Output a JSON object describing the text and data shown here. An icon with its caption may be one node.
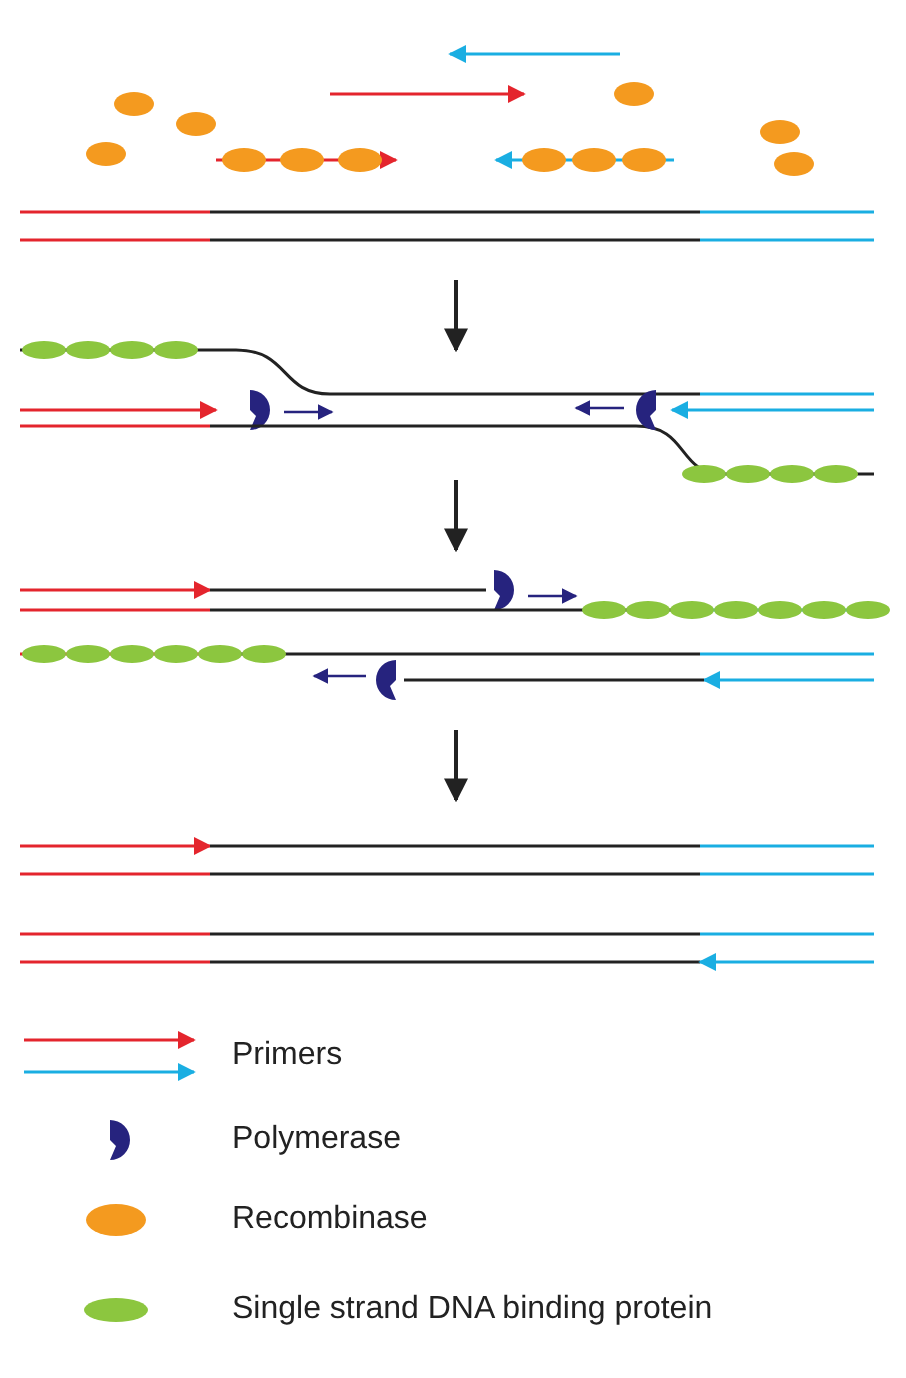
{
  "diagram": {
    "legend": [
      {
        "text": "Primers"
      },
      {
        "text": "Polymerase"
      },
      {
        "text": "Recombinase"
      },
      {
        "text": "Single strand DNA binding protein"
      }
    ]
  }
}
